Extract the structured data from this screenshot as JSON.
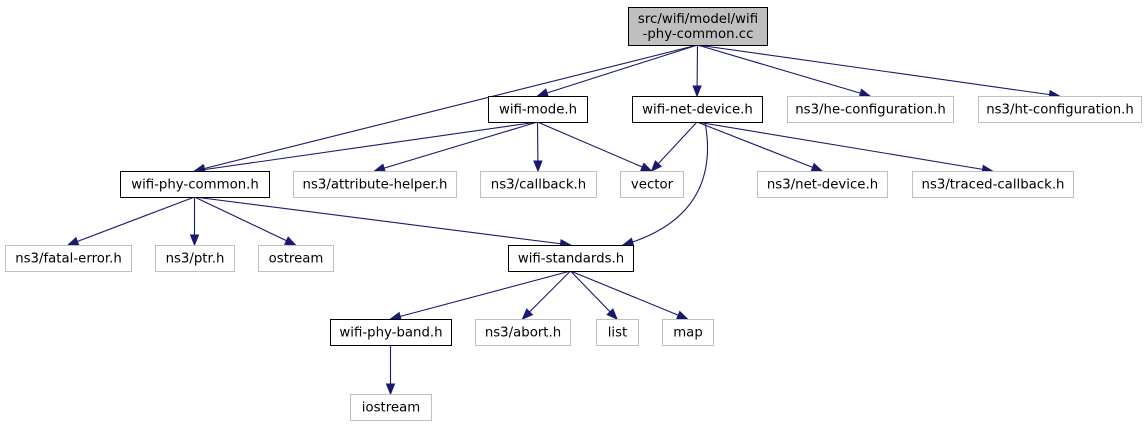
{
  "colors": {
    "edge": "#191970",
    "root_fill": "#bfbfbf",
    "root_border": "#000000",
    "documented_border": "#000000",
    "external_border": "#bfbfbf",
    "node_fill": "#ffffff"
  },
  "nodes": [
    {
      "id": "root",
      "kind": "root",
      "lines": [
        "src/wifi/model/wifi",
        "-phy-common.cc"
      ]
    },
    {
      "id": "wifi-mode",
      "kind": "documented",
      "lines": [
        "wifi-mode.h"
      ]
    },
    {
      "id": "wifi-net-device",
      "kind": "documented",
      "lines": [
        "wifi-net-device.h"
      ]
    },
    {
      "id": "he-config",
      "kind": "external",
      "lines": [
        "ns3/he-configuration.h"
      ]
    },
    {
      "id": "ht-config",
      "kind": "external",
      "lines": [
        "ns3/ht-configuration.h"
      ]
    },
    {
      "id": "wifi-phy-common",
      "kind": "documented",
      "lines": [
        "wifi-phy-common.h"
      ]
    },
    {
      "id": "attribute-helper",
      "kind": "external",
      "lines": [
        "ns3/attribute-helper.h"
      ]
    },
    {
      "id": "callback",
      "kind": "external",
      "lines": [
        "ns3/callback.h"
      ]
    },
    {
      "id": "vector",
      "kind": "external",
      "lines": [
        "vector"
      ]
    },
    {
      "id": "net-device",
      "kind": "external",
      "lines": [
        "ns3/net-device.h"
      ]
    },
    {
      "id": "traced-callback",
      "kind": "external",
      "lines": [
        "ns3/traced-callback.h"
      ]
    },
    {
      "id": "fatal-error",
      "kind": "external",
      "lines": [
        "ns3/fatal-error.h"
      ]
    },
    {
      "id": "ptr",
      "kind": "external",
      "lines": [
        "ns3/ptr.h"
      ]
    },
    {
      "id": "ostream",
      "kind": "external",
      "lines": [
        "ostream"
      ]
    },
    {
      "id": "wifi-standards",
      "kind": "documented",
      "lines": [
        "wifi-standards.h"
      ]
    },
    {
      "id": "wifi-phy-band",
      "kind": "documented",
      "lines": [
        "wifi-phy-band.h"
      ]
    },
    {
      "id": "abort",
      "kind": "external",
      "lines": [
        "ns3/abort.h"
      ]
    },
    {
      "id": "list",
      "kind": "external",
      "lines": [
        "list"
      ]
    },
    {
      "id": "map",
      "kind": "external",
      "lines": [
        "map"
      ]
    },
    {
      "id": "iostream",
      "kind": "external",
      "lines": [
        "iostream"
      ]
    }
  ],
  "edges": [
    [
      "root",
      "wifi-phy-common"
    ],
    [
      "root",
      "wifi-mode"
    ],
    [
      "root",
      "wifi-net-device"
    ],
    [
      "root",
      "he-config"
    ],
    [
      "root",
      "ht-config"
    ],
    [
      "wifi-mode",
      "wifi-phy-common"
    ],
    [
      "wifi-mode",
      "attribute-helper"
    ],
    [
      "wifi-mode",
      "callback"
    ],
    [
      "wifi-mode",
      "vector"
    ],
    [
      "wifi-net-device",
      "vector"
    ],
    [
      "wifi-net-device",
      "wifi-standards"
    ],
    [
      "wifi-net-device",
      "net-device"
    ],
    [
      "wifi-net-device",
      "traced-callback"
    ],
    [
      "wifi-phy-common",
      "fatal-error"
    ],
    [
      "wifi-phy-common",
      "ptr"
    ],
    [
      "wifi-phy-common",
      "ostream"
    ],
    [
      "wifi-phy-common",
      "wifi-standards"
    ],
    [
      "wifi-standards",
      "wifi-phy-band"
    ],
    [
      "wifi-standards",
      "abort"
    ],
    [
      "wifi-standards",
      "list"
    ],
    [
      "wifi-standards",
      "map"
    ],
    [
      "wifi-phy-band",
      "iostream"
    ]
  ]
}
